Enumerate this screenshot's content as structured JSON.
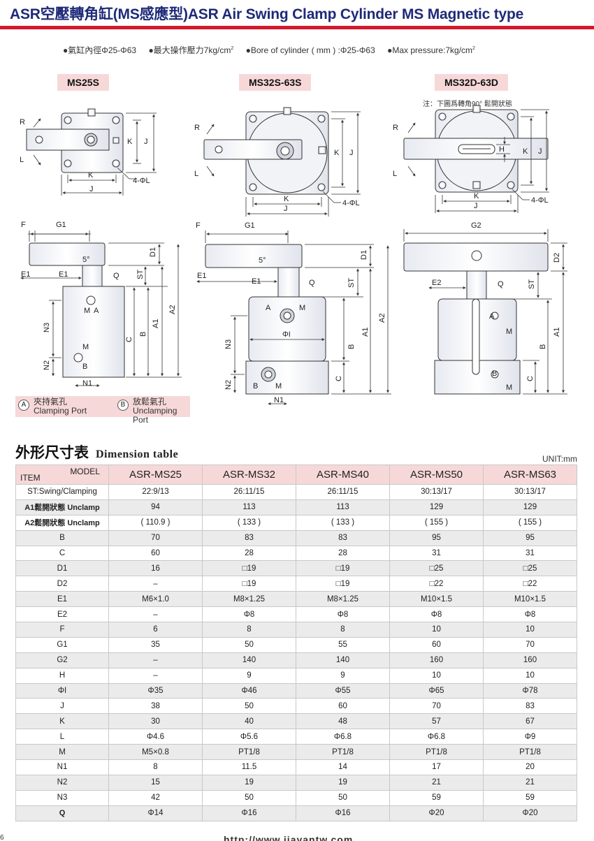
{
  "header": {
    "title": "ASR空壓轉角缸(MS感應型)ASR Air Swing Clamp Cylinder MS Magnetic type"
  },
  "specs": {
    "bore_cn": "●氣缸內徑Φ25-Φ63",
    "pressure_cn": "●最大操作壓力7kg/cm",
    "bore_en": "●Bore of cylinder ( mm ) :Φ25-Φ63",
    "pressure_en": "●Max pressure:7kg/cm",
    "sup": "2"
  },
  "models": {
    "ms25": "MS25S",
    "ms32s": "MS32S-63S",
    "ms32d": "MS32D-63D"
  },
  "note": "注：下圖爲轉角90°  鬆開狀態",
  "labels": {
    "R": "R",
    "L": "L",
    "K": "K",
    "J": "J",
    "H": "H",
    "hole": "4-ΦL",
    "F": "F",
    "G1": "G1",
    "G2": "G2",
    "D1": "D1",
    "D2": "D2",
    "E1": "E1",
    "E2": "E2",
    "Q": "Q",
    "ST": "ST",
    "A1": "A1",
    "A2": "A2",
    "B": "B",
    "C": "C",
    "N1": "N1",
    "N2": "N2",
    "N3": "N3",
    "M": "M",
    "A": "A",
    "PhiI": "ΦI",
    "deg": "5°"
  },
  "legend": {
    "a_symbol": "A",
    "a_cn": "夾持氣孔",
    "a_en": "Clamping Port",
    "b_symbol": "B",
    "b_cn": "放鬆氣孔",
    "b_en": "Unclamping Port"
  },
  "dimension_title": {
    "cn": "外形尺寸表",
    "en": "Dimension table",
    "unit": "UNIT:mm"
  },
  "table": {
    "model_label": "MODEL",
    "item_label": "ITEM",
    "columns": [
      "ASR-MS25",
      "ASR-MS32",
      "ASR-MS40",
      "ASR-MS50",
      "ASR-MS63"
    ],
    "rows": [
      {
        "item": "ST:Swing/Clamping",
        "values": [
          "22:9/13",
          "26:11/15",
          "26:11/15",
          "30:13/17",
          "30:13/17"
        ]
      },
      {
        "item": "A1鬆開狀態 Unclamp",
        "values": [
          "94",
          "113",
          "113",
          "129",
          "129"
        ]
      },
      {
        "item": "A2鬆開狀態 Unclamp",
        "values": [
          "( 110.9 )",
          "( 133 )",
          "( 133 )",
          "( 155 )",
          "( 155 )"
        ]
      },
      {
        "item": "B",
        "values": [
          "70",
          "83",
          "83",
          "95",
          "95"
        ]
      },
      {
        "item": "C",
        "values": [
          "60",
          "28",
          "28",
          "31",
          "31"
        ]
      },
      {
        "item": "D1",
        "values": [
          "16",
          "□19",
          "□19",
          "□25",
          "□25"
        ]
      },
      {
        "item": "D2",
        "values": [
          "–",
          "□19",
          "□19",
          "□22",
          "□22"
        ]
      },
      {
        "item": "E1",
        "values": [
          "M6×1.0",
          "M8×1.25",
          "M8×1.25",
          "M10×1.5",
          "M10×1.5"
        ]
      },
      {
        "item": "E2",
        "values": [
          "–",
          "Φ8",
          "Φ8",
          "Φ8",
          "Φ8"
        ]
      },
      {
        "item": "F",
        "values": [
          "6",
          "8",
          "8",
          "10",
          "10"
        ]
      },
      {
        "item": "G1",
        "values": [
          "35",
          "50",
          "55",
          "60",
          "70"
        ]
      },
      {
        "item": "G2",
        "values": [
          "–",
          "140",
          "140",
          "160",
          "160"
        ]
      },
      {
        "item": "H",
        "values": [
          "–",
          "9",
          "9",
          "10",
          "10"
        ]
      },
      {
        "item": "ΦI",
        "values": [
          "Φ35",
          "Φ46",
          "Φ55",
          "Φ65",
          "Φ78"
        ]
      },
      {
        "item": "J",
        "values": [
          "38",
          "50",
          "60",
          "70",
          "83"
        ]
      },
      {
        "item": "K",
        "values": [
          "30",
          "40",
          "48",
          "57",
          "67"
        ]
      },
      {
        "item": "L",
        "values": [
          "Φ4.6",
          "Φ5.6",
          "Φ6.8",
          "Φ6.8",
          "Φ9"
        ]
      },
      {
        "item": "M",
        "values": [
          "M5×0.8",
          "PT1/8",
          "PT1/8",
          "PT1/8",
          "PT1/8"
        ]
      },
      {
        "item": "N1",
        "values": [
          "8",
          "11.5",
          "14",
          "17",
          "20"
        ]
      },
      {
        "item": "N2",
        "values": [
          "15",
          "19",
          "19",
          "21",
          "21"
        ]
      },
      {
        "item": "N3",
        "values": [
          "42",
          "50",
          "50",
          "59",
          "59"
        ]
      },
      {
        "item": "Q",
        "values": [
          "Φ14",
          "Φ16",
          "Φ16",
          "Φ20",
          "Φ20"
        ]
      }
    ]
  },
  "footer": {
    "url": "http://www.jiayantw.com",
    "page": "6"
  }
}
